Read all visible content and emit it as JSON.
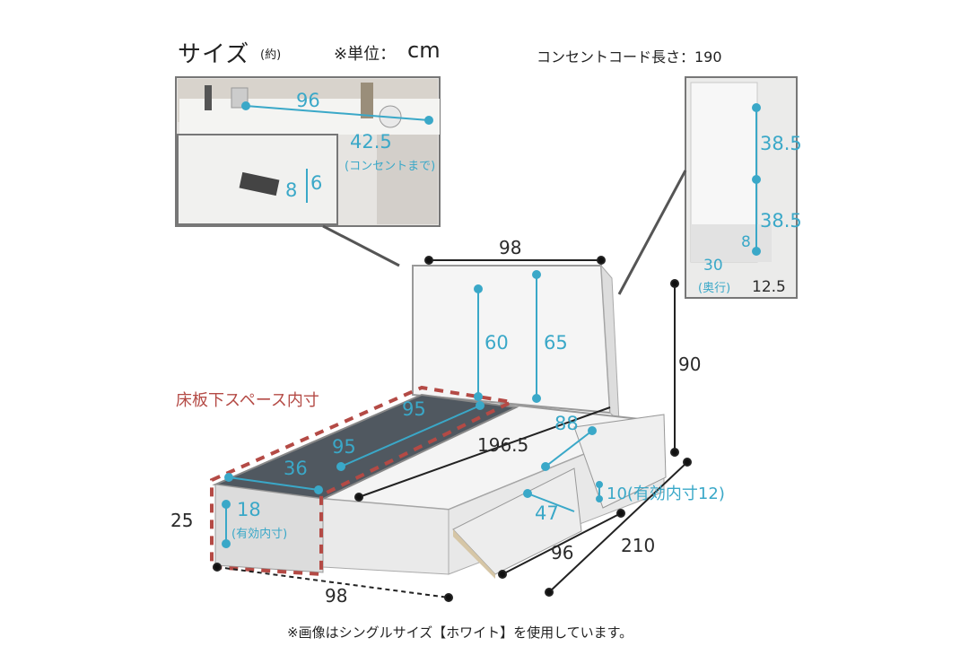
{
  "header": {
    "title": "サイズ",
    "approx": "(約)",
    "unit_label": "※単位：",
    "unit_value": "cm",
    "cord_label": "コンセントコード長さ：190"
  },
  "inset_left": {
    "dim_96": "96",
    "dim_42_5": "42.5",
    "outlet_note": "(コンセントまで)",
    "dim_8": "8",
    "dim_6": "6"
  },
  "inset_right": {
    "dim_38_5_top": "38.5",
    "dim_38_5_bottom": "38.5",
    "dim_8": "8",
    "dim_30": "30",
    "depth_note": "(奥行)",
    "dim_12_5": "12.5"
  },
  "bed": {
    "headboard_width": "98",
    "headboard_h60": "60",
    "headboard_h65": "65",
    "total_height": "90",
    "under_floor_label": "床板下スペース内寸",
    "storage_95_a": "95",
    "storage_95_b": "95",
    "storage_36": "36",
    "storage_18": "18",
    "storage_18_note": "(有効内寸)",
    "length_196_5": "196.5",
    "drawer_88": "88",
    "drawer_47": "47",
    "drawer_10": "10(有効内寸12)",
    "height_25": "25",
    "width_98_bottom": "98",
    "depth_96": "96",
    "length_210": "210"
  },
  "footer": {
    "note": "※画像はシングルサイズ【ホワイト】を使用しています。"
  },
  "colors": {
    "accent_blue": "#3aa8c8",
    "red_dashed": "#b44a45",
    "dimension_dark": "#222222"
  }
}
